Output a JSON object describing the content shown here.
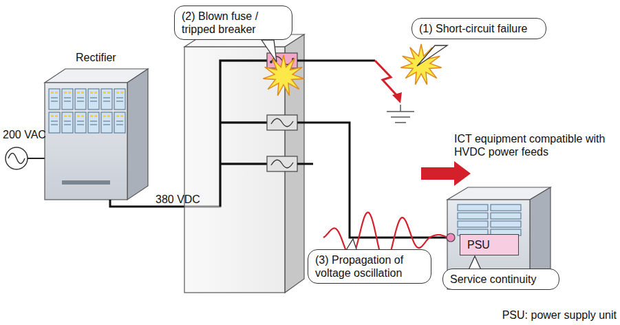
{
  "diagram": {
    "nodes": [
      {
        "text": [
          "(2) Blown fuse / tripped breaker"
        ]
      },
      {
        "text": [
          "(1) Short-circuit failure"
        ]
      },
      {
        "text": [
          "PSU"
        ]
      },
      {
        "text": [
          "(3) Propagation of voltage oscillation"
        ]
      },
      {
        "text": [
          "Service continuity"
        ]
      }
    ],
    "labels": [
      "Rectifier",
      "200 VAC",
      "380 VDC",
      "ICT equipment compatible with HVDC power feeds",
      "PSU: power supply unit"
    ]
  }
}
